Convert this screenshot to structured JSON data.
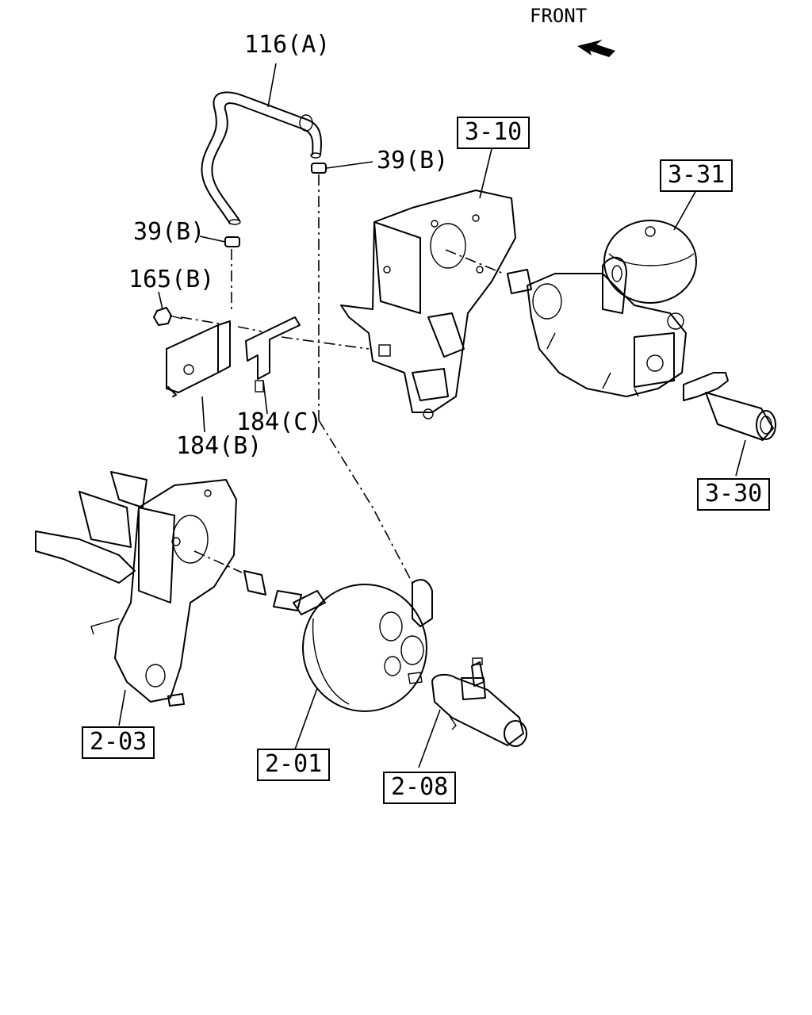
{
  "orientation": {
    "label": "FRONT",
    "arrow_icon": "front-arrow-icon"
  },
  "callouts": {
    "hose_116a": "116(A)",
    "clip_39b_upper": "39(B)",
    "clip_39b_lower": "39(B)",
    "bolt_165b": "165(B)",
    "bracket_184c": "184(C)",
    "bracket_184b": "184(B)"
  },
  "section_refs": {
    "ref_3_10": "3-10",
    "ref_3_31": "3-31",
    "ref_3_30": "3-30",
    "ref_2_03": "2-03",
    "ref_2_01": "2-01",
    "ref_2_08": "2-08"
  }
}
